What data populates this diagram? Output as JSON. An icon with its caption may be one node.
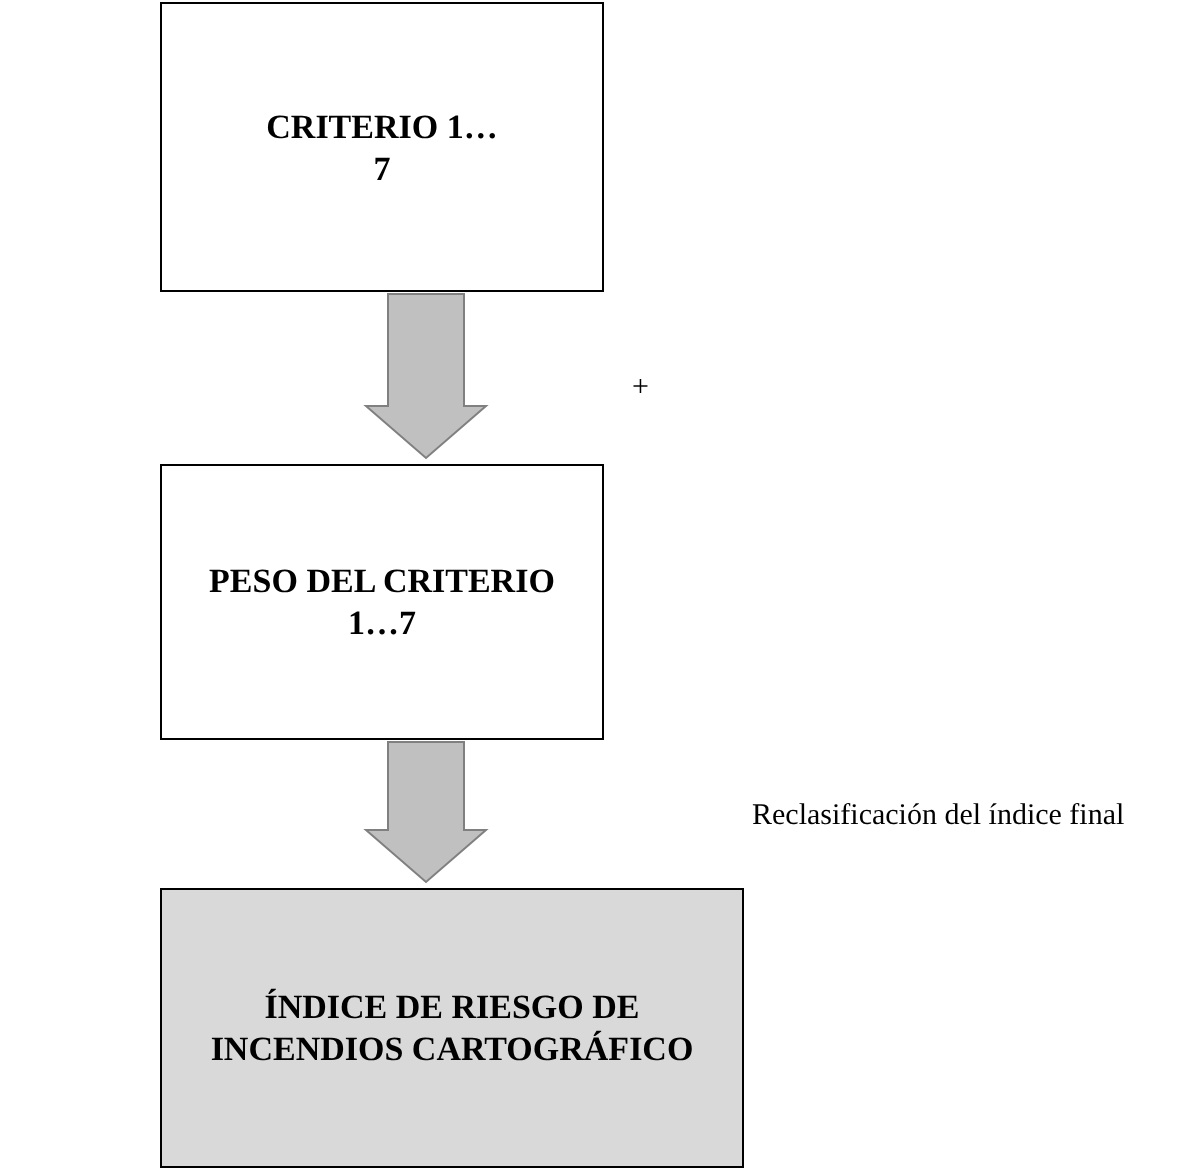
{
  "diagram": {
    "nodes": [
      {
        "text": [
          "CRITERIO 1…7"
        ]
      },
      {
        "text": [
          "PESO DEL CRITERIO 1…7"
        ]
      },
      {
        "text": [
          "ÍNDICE DE RIESGO DE INCENDIOS CARTOGRÁFICO"
        ]
      }
    ],
    "edges": [
      {
        "from": 0,
        "to": 1,
        "arrow": "to"
      },
      {
        "from": 1,
        "to": 2,
        "arrow": "to"
      }
    ],
    "labels": [
      "+",
      "Reclasificación del índice final"
    ]
  }
}
